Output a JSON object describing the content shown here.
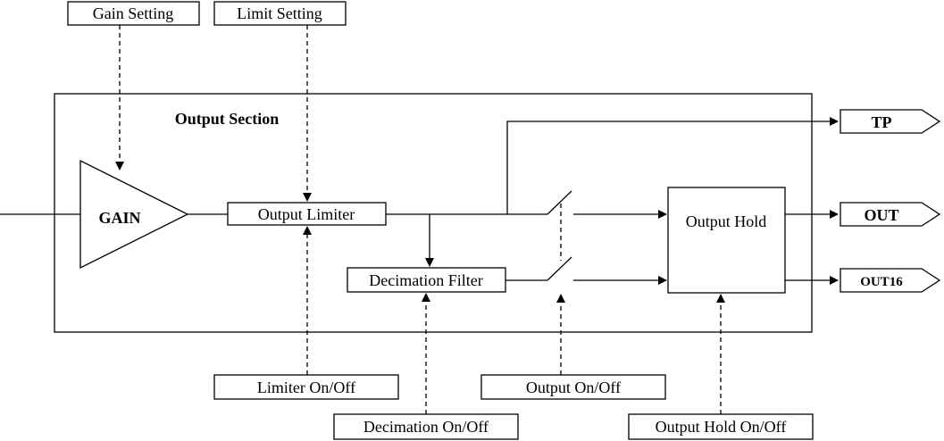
{
  "section_title": "Output Section",
  "blocks": {
    "gain": "GAIN",
    "output_limiter": "Output Limiter",
    "decimation_filter": "Decimation Filter",
    "output_hold": "Output Hold"
  },
  "controls": {
    "gain_setting": "Gain Setting",
    "limit_setting": "Limit Setting",
    "limiter_on_off": "Limiter On/Off",
    "decimation_on_off": "Decimation On/Off",
    "output_on_off": "Output On/Off",
    "output_hold_on_off": "Output Hold On/Off"
  },
  "outputs": {
    "tp": "TP",
    "out": "OUT",
    "out16": "OUT16"
  }
}
